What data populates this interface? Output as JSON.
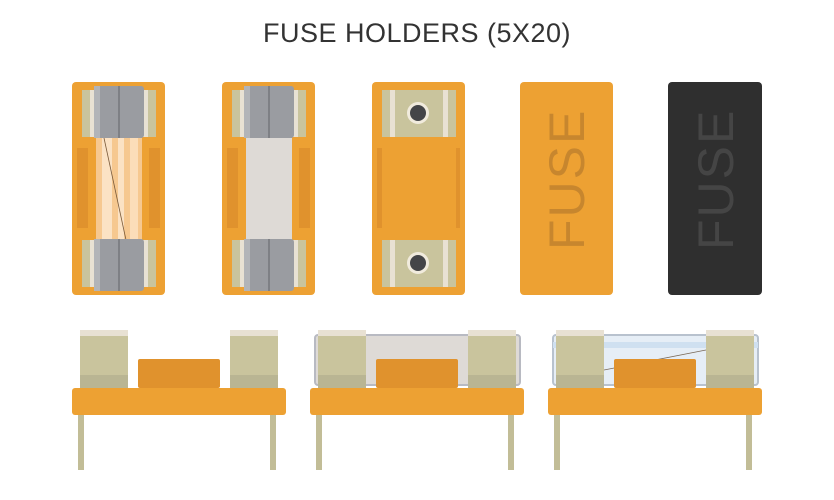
{
  "title": "FUSE HOLDERS (5X20)",
  "top_view": {
    "tiles": [
      {
        "name": "holder-with-glass-fuse"
      },
      {
        "name": "holder-with-ceramic-fuse"
      },
      {
        "name": "empty-holder"
      },
      {
        "name": "orange-cover",
        "label": "FUSE"
      },
      {
        "name": "black-cover",
        "label": "FUSE"
      }
    ]
  },
  "side_view": {
    "items": [
      {
        "name": "empty-holder-side"
      },
      {
        "name": "ceramic-fuse-holder-side"
      },
      {
        "name": "glass-fuse-holder-side"
      }
    ]
  },
  "colors": {
    "orange": "#EDA133",
    "orange_dark": "#E0922D",
    "contact": "#C9C49D",
    "contact_dark": "#B9B593",
    "cap": "#9A9CA1",
    "ceramic": "#DEDAD6",
    "black_cover": "#2F2F2F"
  }
}
